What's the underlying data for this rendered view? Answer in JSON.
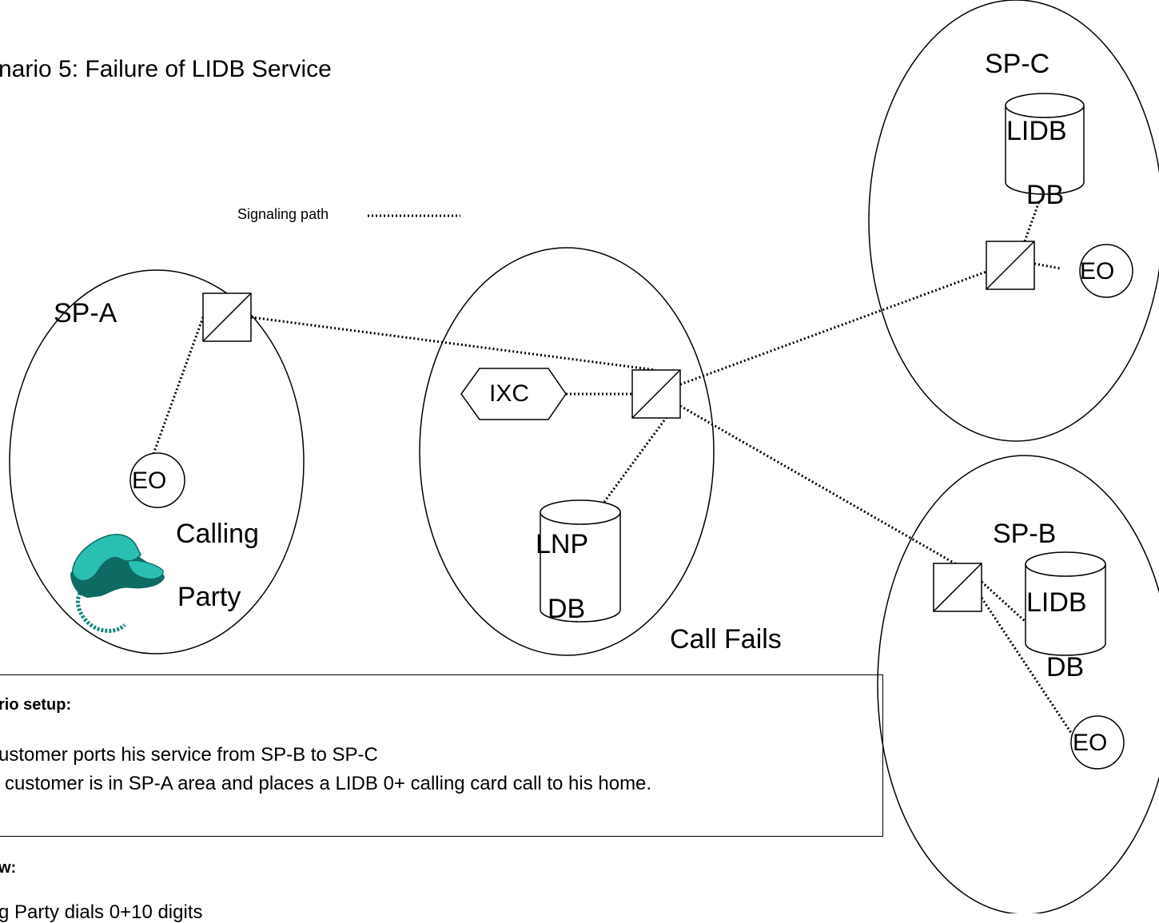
{
  "title": "nario 5: Failure of LIDB Service",
  "legend": {
    "label": "Signaling path"
  },
  "regions": {
    "sp_a": "SP-A",
    "sp_b": "SP-B",
    "sp_c": "SP-C"
  },
  "nodes": {
    "ixc": "IXC",
    "eo_a": "EO",
    "eo_b": "EO",
    "eo_c": "EO",
    "lnp_db": {
      "line1": "LNP",
      "line2": "DB"
    },
    "lidb_b": {
      "line1": "LIDB",
      "line2": "DB"
    },
    "lidb_c": {
      "line1": "LIDB",
      "line2": "DB"
    }
  },
  "calling_party": {
    "line1": "Calling",
    "line2": "Party"
  },
  "call_fails": "Call Fails",
  "setup": {
    "heading": "rio setup:",
    "line1": "ustomer ports his service from SP-B to SP-C",
    "line2": "customer is in SP-A area and places a LIDB 0+ calling card call to his home."
  },
  "flow": {
    "heading": "w:",
    "line1": "g Party dials 0+10 digits"
  },
  "colors": {
    "phone_body": "#2bbfb3",
    "phone_dark": "#0e6b63",
    "phone_cord": "#18877d"
  }
}
